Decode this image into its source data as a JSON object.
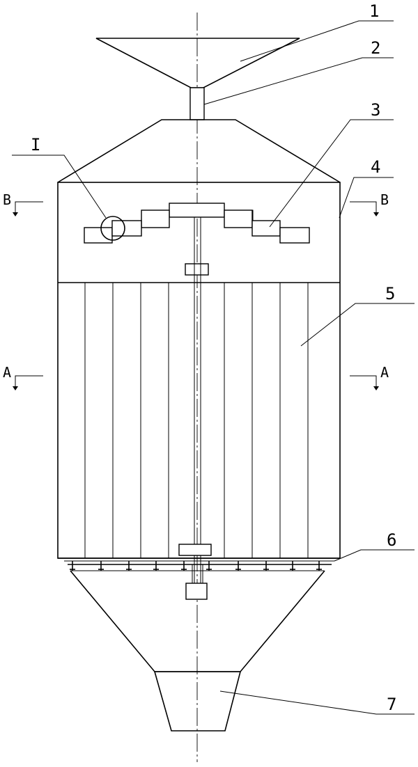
{
  "part_labels": {
    "p1": "1",
    "p2": "2",
    "p3": "3",
    "p4": "4",
    "p5": "5",
    "p6": "6",
    "p7": "7"
  },
  "detail_label": "I",
  "section_labels": {
    "b_left": "B",
    "b_right": "B",
    "a_left": "A",
    "a_right": "A"
  }
}
